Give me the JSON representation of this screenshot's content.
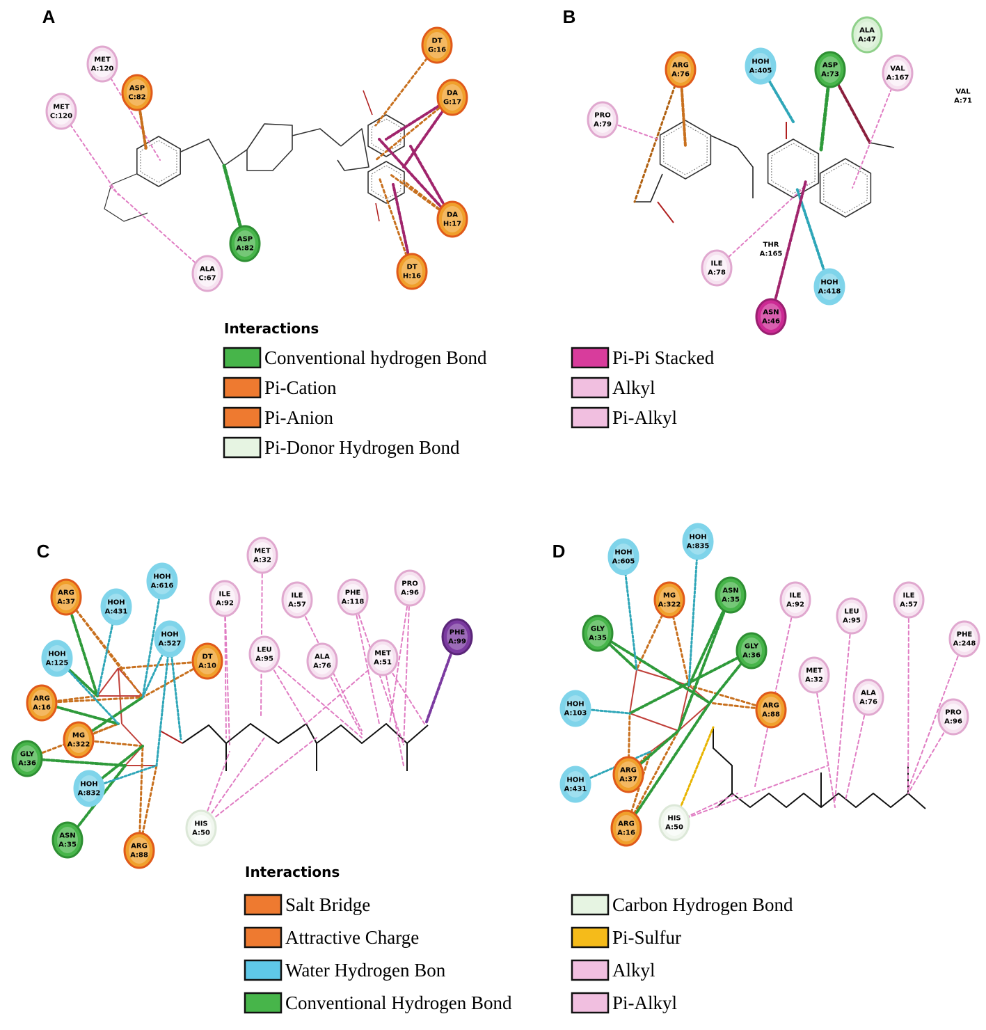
{
  "colors": {
    "green": "#47b54a",
    "orange_fill": "#f0a02c",
    "orange_ring": "#e05a1a",
    "blue": "#7fd4ea",
    "pink_fill": "#f6e2f0",
    "pink_ring": "#e0a8cf",
    "magenta": "#cc2a94",
    "purple": "#7b3aa0",
    "pale": "#f1f7ef",
    "alkyl_line": "#e07cc3",
    "salt_line": "#c8701e",
    "anion_line": "#b06010",
    "hbond_line": "#2e9a3a",
    "water_line": "#2ea6b8",
    "stack_line": "#a0246c",
    "sulfur_line": "#e8b400"
  },
  "panels": [
    {
      "letter": "A",
      "residues": [
        {
          "l1": "MET",
          "l2": "A:120",
          "type": "pink"
        },
        {
          "l1": "MET",
          "l2": "C:120",
          "type": "pink"
        },
        {
          "l1": "ASP",
          "l2": "C:82",
          "type": "orange"
        },
        {
          "l1": "ASP",
          "l2": "A:82",
          "type": "green"
        },
        {
          "l1": "ALA",
          "l2": "C:67",
          "type": "pink"
        },
        {
          "l1": "DT",
          "l2": "G:16",
          "type": "orange"
        },
        {
          "l1": "DA",
          "l2": "G:17",
          "type": "orange"
        },
        {
          "l1": "DA",
          "l2": "H:17",
          "type": "orange"
        },
        {
          "l1": "DT",
          "l2": "H:16",
          "type": "orange"
        }
      ]
    },
    {
      "letter": "B",
      "residues": [
        {
          "l1": "ARG",
          "l2": "A:76",
          "type": "orange"
        },
        {
          "l1": "HOH",
          "l2": "A:405",
          "type": "blue"
        },
        {
          "l1": "ASP",
          "l2": "A:73",
          "type": "green"
        },
        {
          "l1": "ALA",
          "l2": "A:47",
          "type": "green_light"
        },
        {
          "l1": "VAL",
          "l2": "A:167",
          "type": "pink"
        },
        {
          "l1": "VAL",
          "l2": "A:71",
          "type": "none"
        },
        {
          "l1": "PRO",
          "l2": "A:79",
          "type": "pink"
        },
        {
          "l1": "THR",
          "l2": "A:165",
          "type": "none"
        },
        {
          "l1": "ILE",
          "l2": "A:78",
          "type": "pink"
        },
        {
          "l1": "HOH",
          "l2": "A:418",
          "type": "blue"
        },
        {
          "l1": "ASN",
          "l2": "A:46",
          "type": "magenta"
        }
      ]
    },
    {
      "letter": "C",
      "residues": [
        {
          "l1": "ARG",
          "l2": "A:37",
          "type": "orange"
        },
        {
          "l1": "HOH",
          "l2": "A:431",
          "type": "blue"
        },
        {
          "l1": "HOH",
          "l2": "A:616",
          "type": "blue"
        },
        {
          "l1": "HOH",
          "l2": "A:527",
          "type": "blue"
        },
        {
          "l1": "HOH",
          "l2": "A:125",
          "type": "blue"
        },
        {
          "l1": "DT",
          "l2": "A:10",
          "type": "orange"
        },
        {
          "l1": "ARG",
          "l2": "A:16",
          "type": "orange"
        },
        {
          "l1": "MG",
          "l2": "A:322",
          "type": "orange"
        },
        {
          "l1": "GLY",
          "l2": "A:36",
          "type": "green"
        },
        {
          "l1": "HOH",
          "l2": "A:832",
          "type": "blue"
        },
        {
          "l1": "ASN",
          "l2": "A:35",
          "type": "green"
        },
        {
          "l1": "ARG",
          "l2": "A:88",
          "type": "orange"
        },
        {
          "l1": "MET",
          "l2": "A:32",
          "type": "pink"
        },
        {
          "l1": "ILE",
          "l2": "A:92",
          "type": "pink"
        },
        {
          "l1": "ILE",
          "l2": "A:57",
          "type": "pink"
        },
        {
          "l1": "PHE",
          "l2": "A:118",
          "type": "pink"
        },
        {
          "l1": "PRO",
          "l2": "A:96",
          "type": "pink"
        },
        {
          "l1": "LEU",
          "l2": "A:95",
          "type": "pink"
        },
        {
          "l1": "ALA",
          "l2": "A:76",
          "type": "pink"
        },
        {
          "l1": "MET",
          "l2": "A:51",
          "type": "pink"
        },
        {
          "l1": "PHE",
          "l2": "A:99",
          "type": "purple"
        },
        {
          "l1": "HIS",
          "l2": "A:50",
          "type": "pale"
        }
      ]
    },
    {
      "letter": "D",
      "residues": [
        {
          "l1": "HOH",
          "l2": "A:605",
          "type": "blue"
        },
        {
          "l1": "HOH",
          "l2": "A:835",
          "type": "blue"
        },
        {
          "l1": "MG",
          "l2": "A:322",
          "type": "orange"
        },
        {
          "l1": "ASN",
          "l2": "A:35",
          "type": "green"
        },
        {
          "l1": "GLY",
          "l2": "A:35",
          "type": "green"
        },
        {
          "l1": "GLY",
          "l2": "A:36",
          "type": "green"
        },
        {
          "l1": "ILE",
          "l2": "A:92",
          "type": "pink"
        },
        {
          "l1": "LEU",
          "l2": "A:95",
          "type": "pink"
        },
        {
          "l1": "ILE",
          "l2": "A:57",
          "type": "pink"
        },
        {
          "l1": "PHE",
          "l2": "A:248",
          "type": "pink"
        },
        {
          "l1": "MET",
          "l2": "A:32",
          "type": "pink"
        },
        {
          "l1": "ALA",
          "l2": "A:76",
          "type": "pink"
        },
        {
          "l1": "PRO",
          "l2": "A:96",
          "type": "pink"
        },
        {
          "l1": "HOH",
          "l2": "A:103",
          "type": "blue"
        },
        {
          "l1": "ARG",
          "l2": "A:88",
          "type": "orange"
        },
        {
          "l1": "ARG",
          "l2": "A:37",
          "type": "orange"
        },
        {
          "l1": "HOH",
          "l2": "A:431",
          "type": "blue"
        },
        {
          "l1": "ARG",
          "l2": "A:16",
          "type": "orange"
        },
        {
          "l1": "HIS",
          "l2": "A:50",
          "type": "pale"
        }
      ]
    }
  ],
  "legends": [
    {
      "title": "Interactions",
      "left": [
        {
          "label": "Conventional hydrogen Bond",
          "color": "#47b54a"
        },
        {
          "label": "Pi-Cation",
          "color": "#ee7a30"
        },
        {
          "label": "Pi-Anion",
          "color": "#ee7a30"
        },
        {
          "label": "Pi-Donor Hydrogen Bond",
          "color": "#e6f4e2"
        }
      ],
      "right": [
        {
          "label": "Pi-Pi Stacked",
          "color": "#d83c9c"
        },
        {
          "label": "Alkyl",
          "color": "#f1bfe0"
        },
        {
          "label": "Pi-Alkyl",
          "color": "#f1bfe0"
        }
      ]
    },
    {
      "title": "Interactions",
      "left": [
        {
          "label": "Salt Bridge",
          "color": "#ee7a30"
        },
        {
          "label": "Attractive Charge",
          "color": "#ee7a30"
        },
        {
          "label": "Water Hydrogen Bon",
          "color": "#5fc8e8"
        },
        {
          "label": "Conventional Hydrogen Bond",
          "color": "#47b54a"
        }
      ],
      "right": [
        {
          "label": "Carbon Hydrogen Bond",
          "color": "#e6f4e2"
        },
        {
          "label": "Pi-Sulfur",
          "color": "#f5bb1a"
        },
        {
          "label": "Alkyl",
          "color": "#f1bfe0"
        },
        {
          "label": "Pi-Alkyl",
          "color": "#f1bfe0"
        }
      ]
    }
  ]
}
